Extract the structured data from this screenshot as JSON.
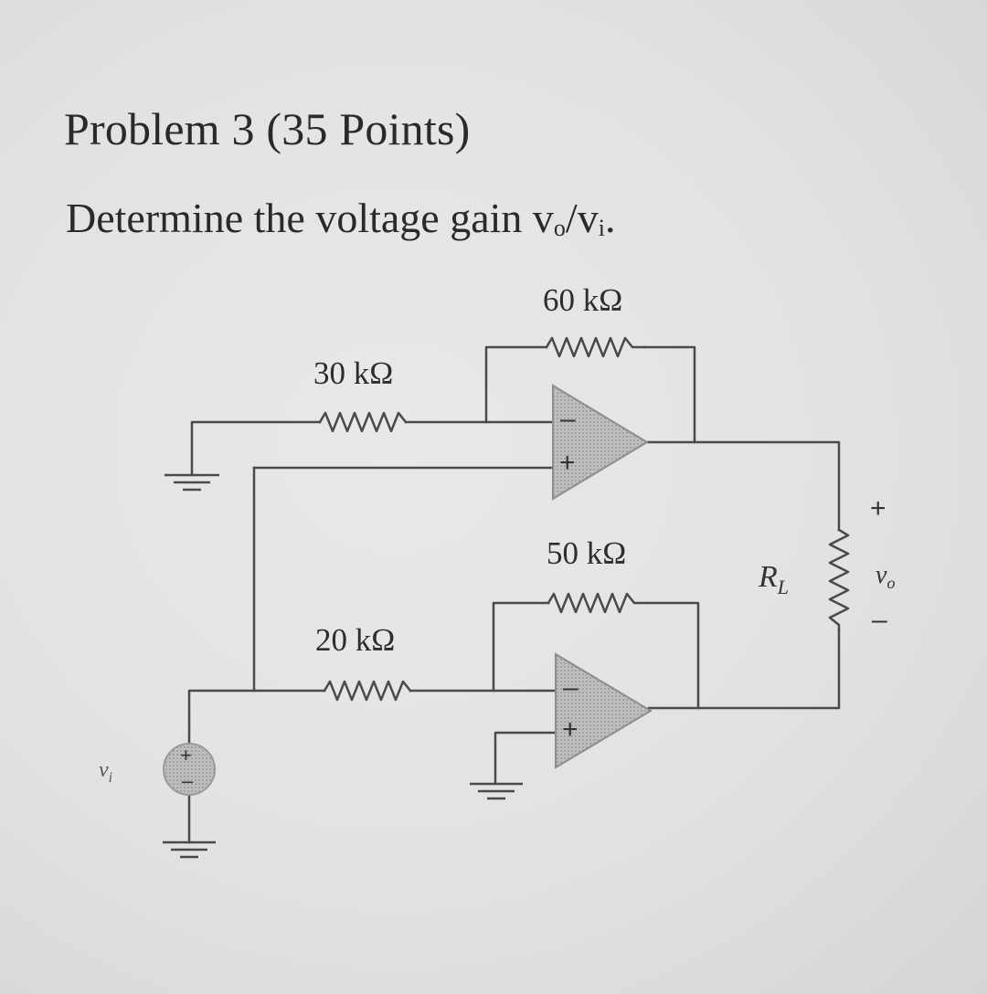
{
  "problem": {
    "title": "Problem 3 (35 Points)",
    "statement_prefix": "Determine the voltage gain v",
    "statement_sub_o": "o",
    "statement_slash": "/v",
    "statement_sub_i": "i",
    "statement_end": "."
  },
  "circuit": {
    "r_feedback_top": "60 kΩ",
    "r_input_top": "30 kΩ",
    "r_feedback_bottom": "50 kΩ",
    "r_input_bottom": "20 kΩ",
    "load_label": "R",
    "load_sub": "L",
    "output_label": "v",
    "output_sub": "o",
    "input_label": "v",
    "input_sub": "i",
    "plus_sign": "+",
    "minus_sign": "–",
    "opamp_inv": "–",
    "opamp_noninv": "+"
  }
}
